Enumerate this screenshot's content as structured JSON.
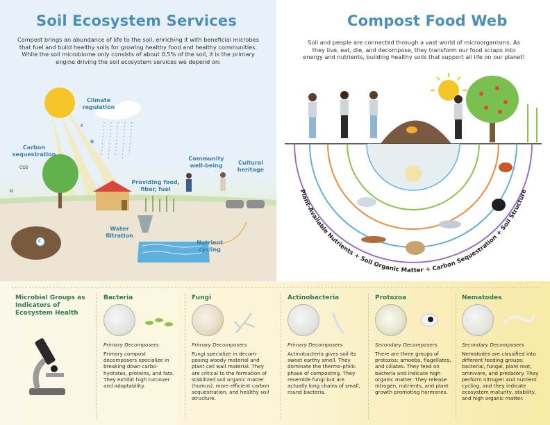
{
  "left": {
    "title": "Soil Ecosystem Services",
    "intro": "Compost brings an abundance of life to the soil, enriching it with beneficial microbes that fuel and build healthy soils for growing healthy food and healthy communities. While the soil microbiome only consists of about 0.5% of the soil, it is the primary engine driving the soil ecosystem services we depend on:",
    "labels": {
      "climate": "Climate regulation",
      "carbon": "Carbon sequestration",
      "food": "Providing food, fiber, fuel",
      "community": "Community well-being",
      "cultural": "Cultural heritage",
      "water": "Water filtration",
      "nutrient": "Nutrient cycling"
    },
    "chem": {
      "c1": "C",
      "n": "N",
      "co2": "CO2",
      "o": "O",
      "c2": "C"
    }
  },
  "right": {
    "title": "Compost Food Web",
    "intro": "Soil and people are connected through a vast world of microorganisms. As they live, eat, die, and decompose, they transform our food scraps into energy and nutrients, building healthy soils that support all life on our planet!",
    "arc_text": "Plant-Available Nutrients + Soil Organic Matter + Carbon Sequestration + Soil Structure"
  },
  "bottom": {
    "heading": "Microbial Groups as Indicators of Ecosystem Health",
    "groups": [
      {
        "name": "Bacteria",
        "role": "Primary Decomposers",
        "desc": "Primary compost decomposers specialize in breaking down carbo-hydrates, proteins, and fats. They exhibit high turnover and adaptability."
      },
      {
        "name": "Fungi",
        "role": "Primary Decomposers",
        "desc": "Fungi specialize in decom-posing woody material and plant cell wall material. They are critical to the formation of stabilized soil organic matter (humus), more efficient carbon sequestration, and healthy soil structure."
      },
      {
        "name": "Actinobacteria",
        "role": "Primary Decomposers",
        "desc": "Actinobacteria gives soil its sweet earthy smell. They dominate the thermo-philic phase of composting. They resemble fungi but are actually long chains of small, round bacteria."
      },
      {
        "name": "Protozoa",
        "role": "Secondary Decomposers",
        "desc": "There are three groups of protozoa: amoeba, flagellates, and ciliates. They feed on bacteria and indicate high organic matter. They release nitrogen, nutrients, and plant growth promoting hormones."
      },
      {
        "name": "Nematodes",
        "role": "Secondary Decomposers",
        "desc": "Nematodes are classified into different feeding groups: bacterial, fungal, plant root, omnivore, and predatory. They perform nitrogen and nutrient cycling, and they indicate ecosystem maturity, stability, and high organic matter."
      }
    ]
  },
  "colors": {
    "title_blue": "#4a8fb8",
    "group_green": "#2d7a56",
    "sun": "#f6c629",
    "ring_purple": "#9b6fc9",
    "ring_blue": "#5fb0dd",
    "ring_orange": "#f08a3c",
    "ring_green": "#8cc24a"
  }
}
